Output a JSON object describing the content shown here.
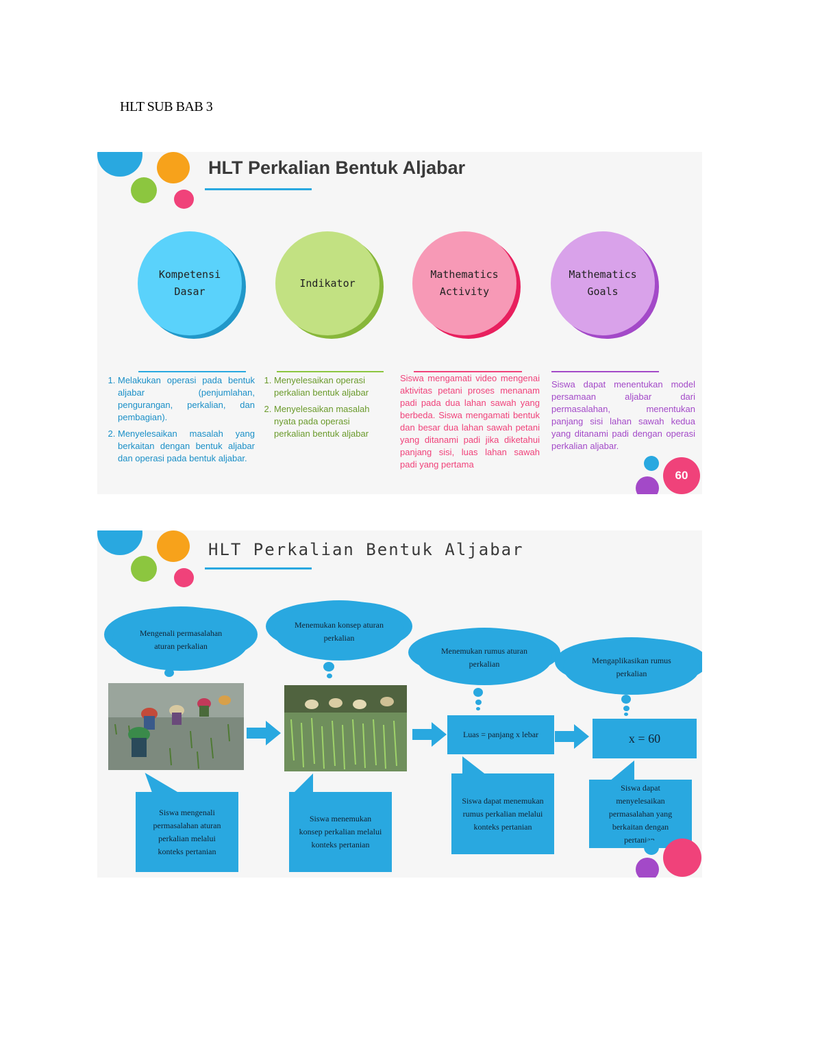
{
  "document": {
    "heading": "HLT SUB BAB 3"
  },
  "colors": {
    "cyan": "#29a8e0",
    "orange": "#f7a21b",
    "green": "#8cc63f",
    "pink": "#f0427a",
    "purple": "#a349c8"
  },
  "slide1": {
    "title": "HLT Perkalian Bentuk Aljabar",
    "circles": [
      {
        "line1": "Kompetensi",
        "line2": "Dasar",
        "icon": "circle-cyan"
      },
      {
        "line1": "Indikator",
        "line2": "",
        "icon": "circle-green"
      },
      {
        "line1": "Mathematics",
        "line2": "Activity",
        "icon": "circle-pink"
      },
      {
        "line1": "Mathematics",
        "line2": "Goals",
        "icon": "circle-purple"
      }
    ],
    "kd_items": [
      "Melakukan operasi pada bentuk aljabar (penjumlahan, pengurangan, perkalian, dan pembagian).",
      "Menyelesaikan masalah yang berkaitan dengan bentuk aljabar dan operasi pada bentuk aljabar."
    ],
    "indikator_items": [
      "Menyelesaikan operasi perkalian bentuk aljabar",
      "Menyelesaikan masalah nyata pada operasi perkalian bentuk aljabar"
    ],
    "activity_text": "Siswa mengamati video mengenai aktivitas petani proses menanam padi pada dua lahan sawah yang berbeda. Siswa mengamati bentuk dan besar dua lahan sawah petani yang ditanami padi jika diketahui panjang sisi, luas lahan sawah padi yang pertama",
    "goals_text": "Siswa dapat menentukan model persamaan aljabar dari permasalahan, menentukan panjang sisi lahan sawah kedua yang ditanami padi dengan operasi perkalian aljabar.",
    "page_number": "60"
  },
  "slide2": {
    "title": "HLT Perkalian Bentuk Aljabar",
    "clouds": [
      "Mengenali permasalahan aturan perkalian",
      "Menemukan konsep aturan perkalian",
      "Menemukan rumus aturan perkalian",
      "Mengaplikasikan rumus perkalian"
    ],
    "box_formula": "Luas = panjang x lebar",
    "box_equation": "x = 60",
    "captions": [
      "Siswa mengenali permasalahan aturan perkalian melalui konteks pertanian",
      "Siswa menemukan konsep perkalian melalui konteks pertanian",
      "Siswa dapat menemukan rumus perkalian melalui konteks pertanian",
      "Siswa dapat menyelesaikan permasalahan yang berkaitan dengan pertanian."
    ],
    "photos": [
      {
        "icon": "rice-field-photo-1"
      },
      {
        "icon": "rice-field-photo-2"
      }
    ]
  }
}
